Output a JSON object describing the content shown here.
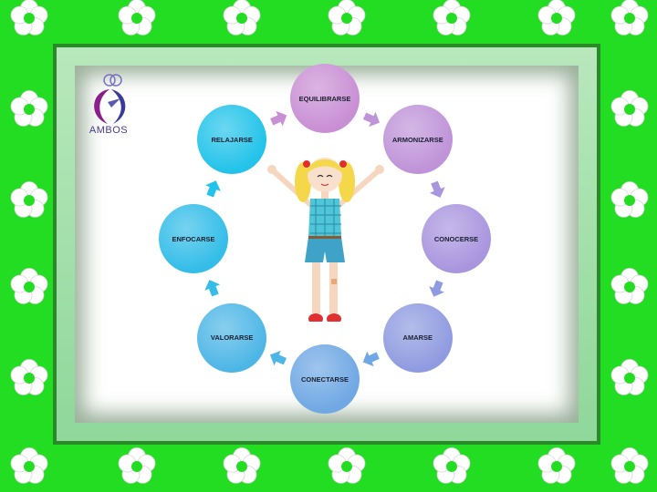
{
  "logo": {
    "text": "AMBOS"
  },
  "cycle": {
    "nodes": [
      {
        "label": "EQUILIBRARSE",
        "color": "#c98fd4"
      },
      {
        "label": "ARMONIZARSE",
        "color": "#bf93d8"
      },
      {
        "label": "CONOCERSE",
        "color": "#a995de"
      },
      {
        "label": "AMARSE",
        "color": "#8f9be0"
      },
      {
        "label": "CONECTARSE",
        "color": "#6fa8e4"
      },
      {
        "label": "VALORARSE",
        "color": "#4db6e6"
      },
      {
        "label": "ENFOCARSE",
        "color": "#33bde8"
      },
      {
        "label": "RELAJARSE",
        "color": "#22c3ea"
      }
    ]
  },
  "colors": {
    "background": "#22dd22",
    "frame_border": "#2a8a2a",
    "frame_mat": "#a8e0b0"
  },
  "icons": [
    "flower-icon",
    "arrow-icon",
    "logo-icon",
    "girl-illustration"
  ]
}
